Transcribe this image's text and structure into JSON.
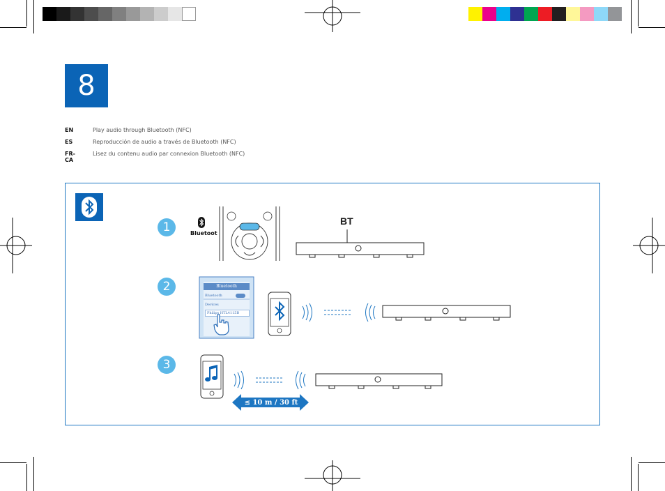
{
  "step_number": "8",
  "languages": [
    {
      "code": "EN",
      "text": "Play audio through Bluetooth (NFC)"
    },
    {
      "code": "ES",
      "text": "Reproducción de audio a través de Bluetooth (NFC)"
    },
    {
      "code": "FR-CA",
      "text": "Lisez du contenu audio par connexion Bluetooth (NFC)"
    }
  ],
  "steps": [
    {
      "number": "1",
      "remote_label": "Bluetoot",
      "device_label": "BT"
    },
    {
      "number": "2",
      "screen_title": "Bluetooth",
      "toggle_label": "Bluetooth",
      "devices_heading": "Devices",
      "device_name": "Philips HTL4115B"
    },
    {
      "number": "3",
      "distance_label": "≤ 10 m / 30 ft"
    }
  ],
  "colors": {
    "accent": "#0b64b6",
    "step_circle": "#5bb8e8",
    "panel_border": "#1d76c2"
  },
  "gray_swatches": [
    "#000000",
    "#1a1a1a",
    "#333333",
    "#4d4d4d",
    "#666666",
    "#808080",
    "#999999",
    "#b3b3b3",
    "#cccccc",
    "#e6e6e6",
    "#ffffff"
  ],
  "color_swatches": [
    "#fff200",
    "#ec008c",
    "#00aeef",
    "#2e3192",
    "#00a651",
    "#ed1c24",
    "#231f20",
    "#fff799",
    "#f49ac1",
    "#8ed8f8",
    "#939598"
  ]
}
